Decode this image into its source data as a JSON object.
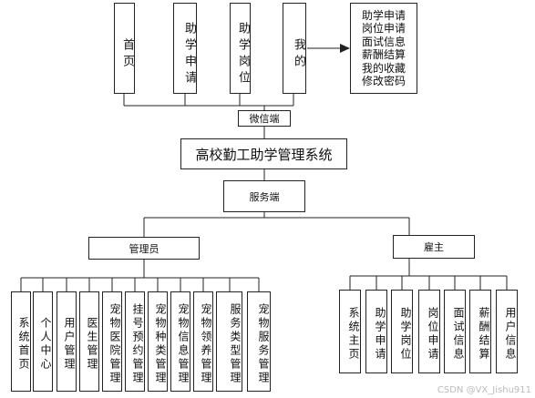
{
  "client": {
    "top_items": [
      {
        "label": "首页"
      },
      {
        "label": "助学申请"
      },
      {
        "label": "助学岗位"
      },
      {
        "label": "我的"
      }
    ],
    "my_details": [
      "助学申请",
      "岗位申请",
      "面试信息",
      "薪酬结算",
      "我的收藏",
      "修改密码"
    ],
    "label": "微信端"
  },
  "system_title": "高校勤工助学管理系统",
  "server_label": "服务端",
  "roles": {
    "admin": {
      "label": "管理员",
      "items": [
        "系统首页",
        "个人中心",
        "用户管理",
        "医生管理",
        "宠物医院管理",
        "挂号预约管理",
        "宠物种类管理",
        "宠物信息管理",
        "宠物领养管理",
        "服务类型管理",
        "宠物服务管理"
      ]
    },
    "employer": {
      "label": "雇主",
      "items": [
        "系统主页",
        "助学申请",
        "助学岗位",
        "岗位申请",
        "面试信息",
        "薪酬结算",
        "用户信息"
      ]
    }
  },
  "watermark": "CSDN @VX_Jishu911"
}
